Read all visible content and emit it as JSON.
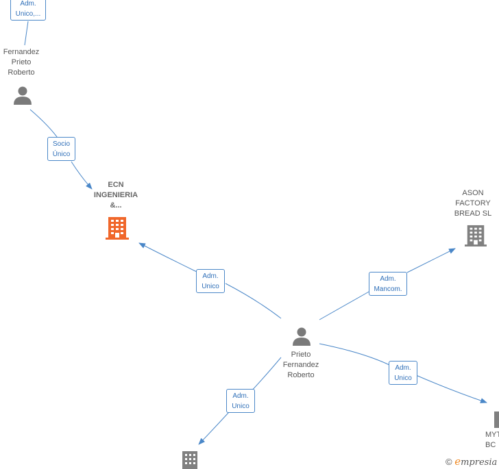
{
  "nodes": {
    "person_top": {
      "name": "Fernandez\nPrieto\nRoberto"
    },
    "person_center": {
      "name": "Prieto\nFernandez\nRoberto"
    },
    "company_ecn": {
      "name": "ECN\nINGENIERIA\n&...",
      "highlighted": true,
      "color": "#f0672b"
    },
    "company_ason": {
      "name": "ASON\nFACTORY\nBREAD  SL",
      "color": "#808080"
    },
    "company_myt": {
      "name": "MYT\nBC",
      "color": "#808080"
    }
  },
  "relations": {
    "top_cut": "Adm.\nUnico,...",
    "socio_unico": "Socio\nÚnico",
    "adm_unico_ecn": "Adm.\nUnico",
    "adm_mancom": "Adm.\nMancom.",
    "adm_unico_myt": "Adm.\nUnico",
    "adm_unico_bottom": "Adm.\nUnico"
  },
  "brand": {
    "copyright": "©",
    "initial": "e",
    "rest": "mpresia"
  },
  "colors": {
    "edge": "#4a87c8",
    "person": "#7a7a7a"
  }
}
